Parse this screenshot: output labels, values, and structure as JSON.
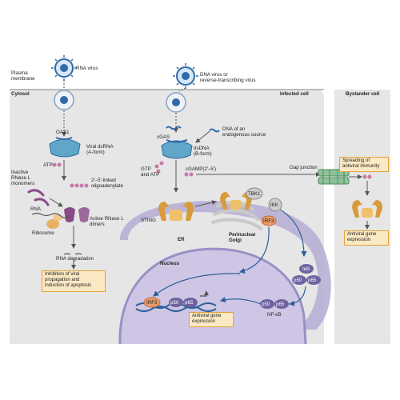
{
  "labels": {
    "plasma_membrane": "Plasma\nmembrane",
    "cytosol": "Cytosol",
    "infected_cell": "Infected cell",
    "bystander_cell": "Bystander cell",
    "rna_virus": "RNA virus",
    "dna_virus": "DNA virus or\nreverse-transcribing virus",
    "oas1": "OAS1",
    "viral_dsrna": "Viral dsRNA\n(A-form)",
    "atp_left": "ATP",
    "oligoadenylate": "2′–5′-linked\noligoadenylate",
    "inactive_rnase": "Inactive\nRNase L\nmonomers",
    "rna": "RNA",
    "ribosome": "Ribosome",
    "active_rnase": "Active RNase L\ndimers",
    "rna_degradation": "RNA degradation",
    "cgas": "cGAS",
    "dsdna": "dsDNA\n(B-form)",
    "dna_endogenous": "DNA of an\nendogenous source",
    "gtp_atp": "GTP\nand ATP",
    "cgamp": "cGAMP(2′–5′)",
    "gap_junction": "Gap junction",
    "sting": "STING",
    "tbk1": "TBK1",
    "ikk": "IKK",
    "irf3_cyto": "IRF3",
    "er": "ER",
    "perinuclear_golgi": "Perinuclear\nGolgi",
    "nucleus": "Nucleus",
    "ikb": "IκB",
    "p50_a": "p50",
    "p65_a": "p65",
    "p50_b": "p50",
    "p65_b": "p65",
    "nfkb": "NF-κB",
    "irf3_nuc": "IRF3",
    "p50_c": "p50",
    "p65_c": "p65"
  },
  "boxes": {
    "inhibition": "Inhibition of viral\npropagation and\ninduction of apoptosis",
    "antiviral_nuc": "Antiviral gene\nexpression",
    "spreading": "Spreading of\nantiviral immunity",
    "antiviral_bystander": "Antiviral gene\nexpression"
  },
  "colors": {
    "cell_bg": "#e6e6e6",
    "er": "#b4acd2",
    "nucleus": "#cec6e4",
    "box_fill": "#fbe9c4",
    "box_border": "#e3a23a",
    "virus_blue": "#2f6aa8",
    "rnase_purple": "#8a4a8a",
    "sting_orange": "#d99a3a",
    "protein_purple": "#6e63a0",
    "gap_green": "#4c8c5a"
  }
}
